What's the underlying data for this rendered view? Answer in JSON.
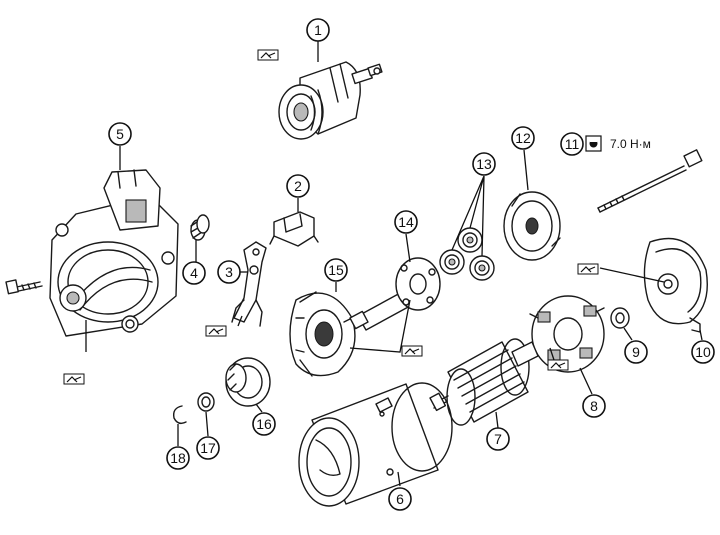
{
  "diagram": {
    "callouts": [
      {
        "id": "1",
        "label": "1"
      },
      {
        "id": "2",
        "label": "2"
      },
      {
        "id": "3",
        "label": "3"
      },
      {
        "id": "4",
        "label": "4"
      },
      {
        "id": "5",
        "label": "5"
      },
      {
        "id": "6",
        "label": "6"
      },
      {
        "id": "7",
        "label": "7"
      },
      {
        "id": "8",
        "label": "8"
      },
      {
        "id": "9",
        "label": "9"
      },
      {
        "id": "10",
        "label": "10"
      },
      {
        "id": "11",
        "label": "11"
      },
      {
        "id": "12",
        "label": "12"
      },
      {
        "id": "13",
        "label": "13"
      },
      {
        "id": "14",
        "label": "14"
      },
      {
        "id": "15",
        "label": "15"
      },
      {
        "id": "16",
        "label": "16"
      },
      {
        "id": "17",
        "label": "17"
      },
      {
        "id": "18",
        "label": "18"
      }
    ],
    "torque_spec": "7.0 Н·м",
    "torque_icon": "wrench-torque-icon",
    "grease_icon": "grease-symbol-icon",
    "colors": {
      "line": "#1a1a1a",
      "shade": "#b9b9b9",
      "background": "#ffffff"
    }
  }
}
